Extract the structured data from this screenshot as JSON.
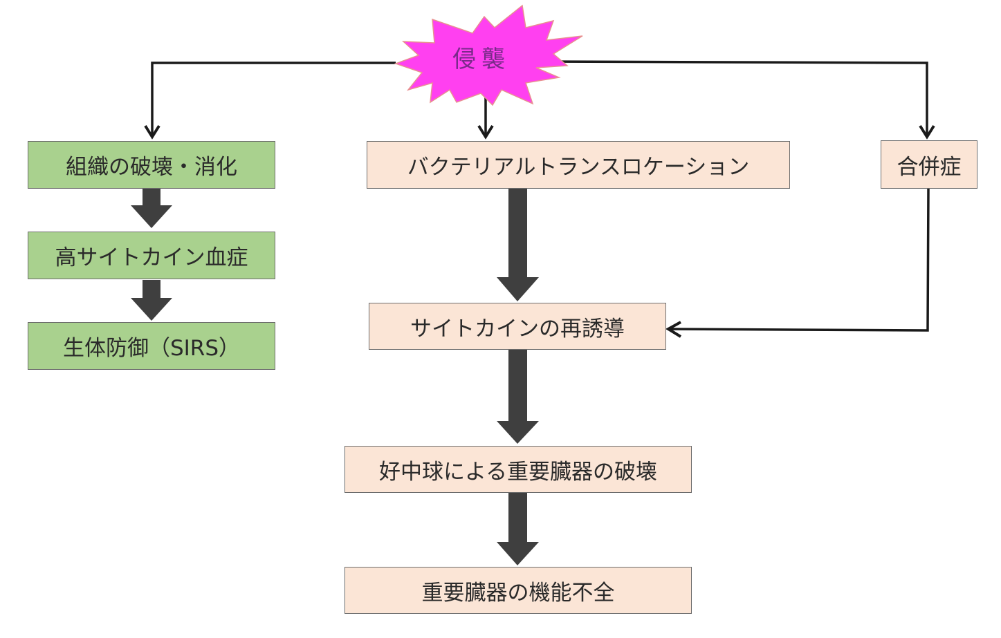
{
  "diagram": {
    "type": "flowchart",
    "colors": {
      "burst_fill": "#ff40f0",
      "burst_text": "#7a2a8a",
      "green_box": "#a9d18e",
      "peach_box": "#fbe5d6",
      "arrow": "#3a3a3a",
      "line": "#1a1a1a"
    },
    "root": {
      "id": "invasion",
      "label": "侵襲",
      "shape": "explosion"
    },
    "left_column": [
      {
        "id": "tissue-destruction",
        "label": "組織の破壊・消化"
      },
      {
        "id": "hypercytokinemia",
        "label": "高サイトカイン血症"
      },
      {
        "id": "host-defense",
        "label": "生体防御（SIRS）"
      }
    ],
    "center_column": [
      {
        "id": "bacterial-translocation",
        "label": "バクテリアルトランスロケーション"
      },
      {
        "id": "cytokine-reinduction",
        "label": "サイトカインの再誘導"
      },
      {
        "id": "neutrophil-organ-damage",
        "label": "好中球による重要臓器の破壊"
      },
      {
        "id": "organ-failure",
        "label": "重要臓器の機能不全"
      }
    ],
    "right_column": [
      {
        "id": "complications",
        "label": "合併症"
      }
    ],
    "edges": [
      {
        "from": "invasion",
        "to": "tissue-destruction",
        "style": "thin"
      },
      {
        "from": "invasion",
        "to": "bacterial-translocation",
        "style": "thin"
      },
      {
        "from": "invasion",
        "to": "complications",
        "style": "thin"
      },
      {
        "from": "tissue-destruction",
        "to": "hypercytokinemia",
        "style": "block"
      },
      {
        "from": "hypercytokinemia",
        "to": "host-defense",
        "style": "block"
      },
      {
        "from": "bacterial-translocation",
        "to": "cytokine-reinduction",
        "style": "block"
      },
      {
        "from": "complications",
        "to": "cytokine-reinduction",
        "style": "thin-elbow"
      },
      {
        "from": "cytokine-reinduction",
        "to": "neutrophil-organ-damage",
        "style": "block"
      },
      {
        "from": "neutrophil-organ-damage",
        "to": "organ-failure",
        "style": "block"
      }
    ]
  }
}
